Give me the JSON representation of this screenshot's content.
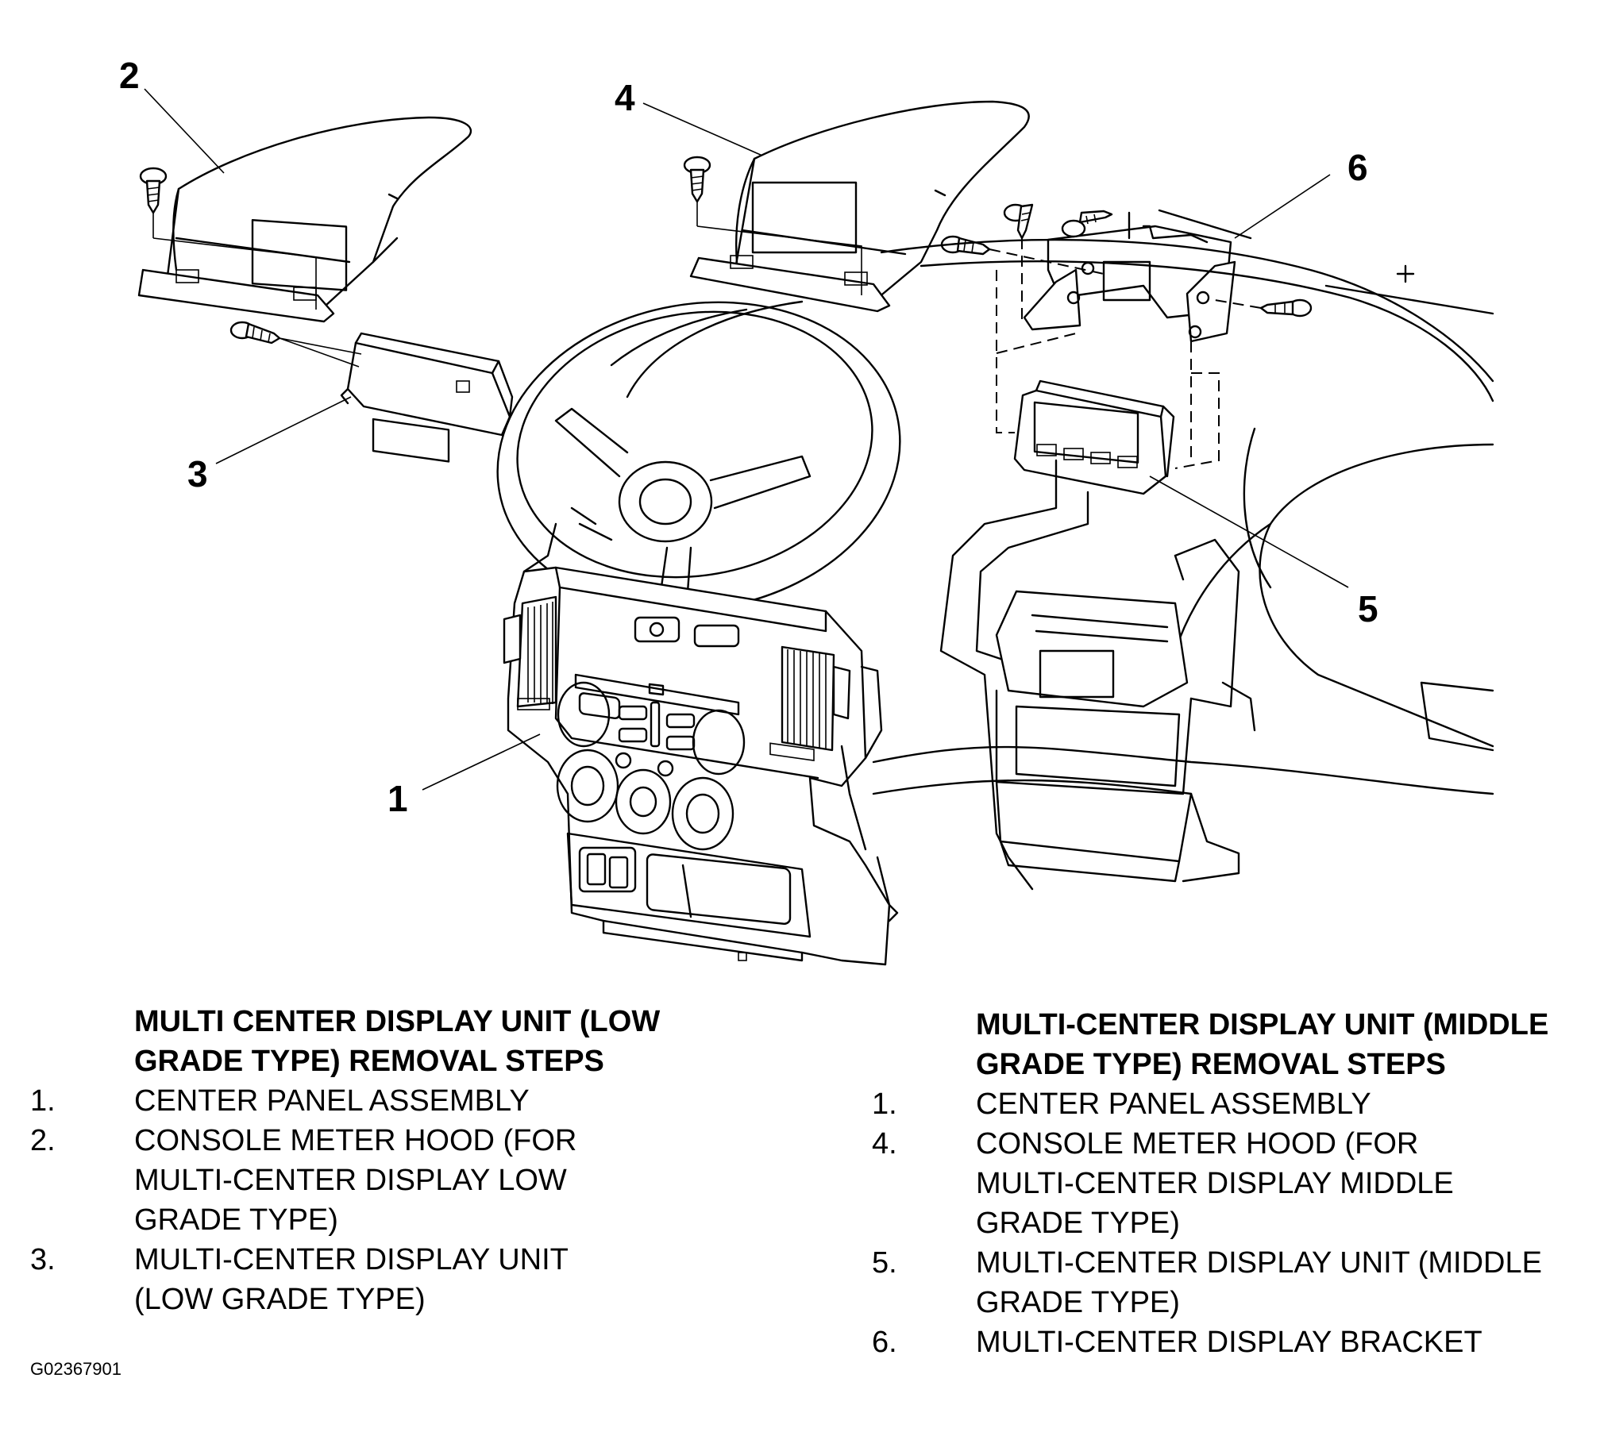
{
  "callouts": [
    {
      "id": "1",
      "label": "1"
    },
    {
      "id": "2",
      "label": "2"
    },
    {
      "id": "3",
      "label": "3"
    },
    {
      "id": "4",
      "label": "4"
    },
    {
      "id": "5",
      "label": "5"
    },
    {
      "id": "6",
      "label": "6"
    }
  ],
  "low_grade": {
    "title": "MULTI CENTER DISPLAY UNIT (LOW GRADE TYPE) REMOVAL STEPS",
    "steps": [
      {
        "num": "1.",
        "text": "CENTER PANEL ASSEMBLY"
      },
      {
        "num": "2.",
        "text": "CONSOLE METER HOOD (FOR MULTI-CENTER DISPLAY LOW GRADE TYPE)"
      },
      {
        "num": "3.",
        "text": "MULTI-CENTER DISPLAY UNIT (LOW GRADE TYPE)"
      }
    ]
  },
  "middle_grade": {
    "title": "MULTI-CENTER DISPLAY UNIT (MIDDLE GRADE TYPE) REMOVAL STEPS",
    "steps": [
      {
        "num": "1.",
        "text": "CENTER PANEL ASSEMBLY"
      },
      {
        "num": "4.",
        "text": "CONSOLE METER HOOD (FOR MULTI-CENTER DISPLAY MIDDLE GRADE TYPE)"
      },
      {
        "num": "5.",
        "text": "MULTI-CENTER DISPLAY UNIT (MIDDLE GRADE TYPE)"
      },
      {
        "num": "6.",
        "text": "MULTI-CENTER DISPLAY BRACKET"
      }
    ]
  },
  "figure_code": "G02367901"
}
